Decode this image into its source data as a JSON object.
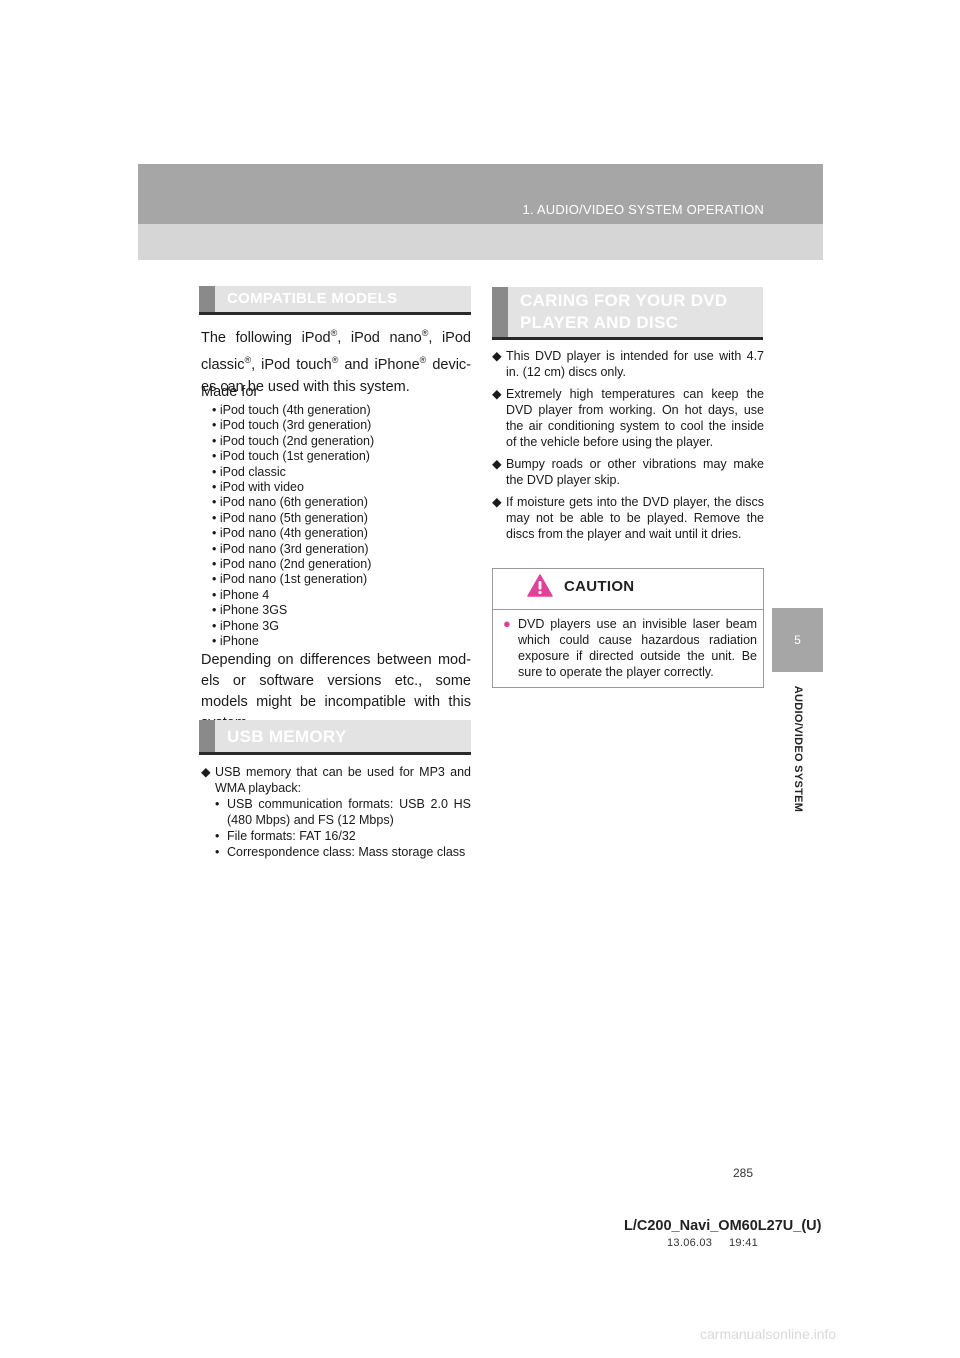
{
  "header": {
    "title": "1. AUDIO/VIDEO SYSTEM OPERATION"
  },
  "side_tab": {
    "number": "5",
    "label": "AUDIO/VIDEO SYSTEM"
  },
  "compatible": {
    "title": "COMPATIBLE MODELS",
    "intro": {
      "t1": "The following iPod",
      "t2": ", iPod nano",
      "t3": ", iPod classic",
      "t4": ", iPod touch",
      "t5": " and iPhone",
      "t6": " devic-es can be used with this system.",
      "reg": "®"
    },
    "made_for": "Made for",
    "models": [
      "iPod touch (4th generation)",
      "iPod touch (3rd generation)",
      "iPod touch (2nd generation)",
      "iPod touch (1st generation)",
      "iPod classic",
      "iPod with video",
      "iPod nano (6th generation)",
      "iPod nano (5th generation)",
      "iPod nano (4th generation)",
      "iPod nano (3rd generation)",
      "iPod nano (2nd generation)",
      "iPod nano (1st generation)",
      "iPhone 4",
      "iPhone 3GS",
      "iPhone 3G",
      "iPhone"
    ],
    "note": "Depending on differences between mod-els or software versions etc., some models might be incompatible with this system."
  },
  "usb": {
    "title": "USB MEMORY",
    "lead": "USB memory that can be used for MP3 and WMA playback:",
    "items": [
      "USB communication formats: USB 2.0 HS (480 Mbps) and FS (12 Mbps)",
      "File formats: FAT 16/32",
      "Correspondence class: Mass storage class"
    ]
  },
  "dvd": {
    "title_line1": "CARING FOR YOUR DVD",
    "title_line2": "PLAYER AND DISC",
    "items": [
      "This DVD player is intended for use with 4.7 in. (12 cm) discs only.",
      "Extremely high temperatures can keep the DVD player from working. On hot days, use the air conditioning system to cool the inside of the vehicle before using the player.",
      "Bumpy roads or other vibrations may make the DVD player skip.",
      "If moisture gets into the DVD player, the discs may not be able to be played. Remove the discs from the player and wait until it dries."
    ]
  },
  "caution": {
    "title": "CAUTION",
    "text": "DVD players use an invisible laser beam which could cause hazardous radiation exposure if directed outside the unit. Be sure to operate the player correctly.",
    "bullet_color": "#e0429a"
  },
  "footer": {
    "page": "285",
    "doc_id": "L/C200_Navi_OM60L27U_(U)",
    "timestamp": "13.06.03     19:41",
    "watermark": "carmanualsonline.info"
  },
  "icons": {
    "bullet": "diamond-bullet-icon",
    "warning": "warning-triangle-icon"
  }
}
